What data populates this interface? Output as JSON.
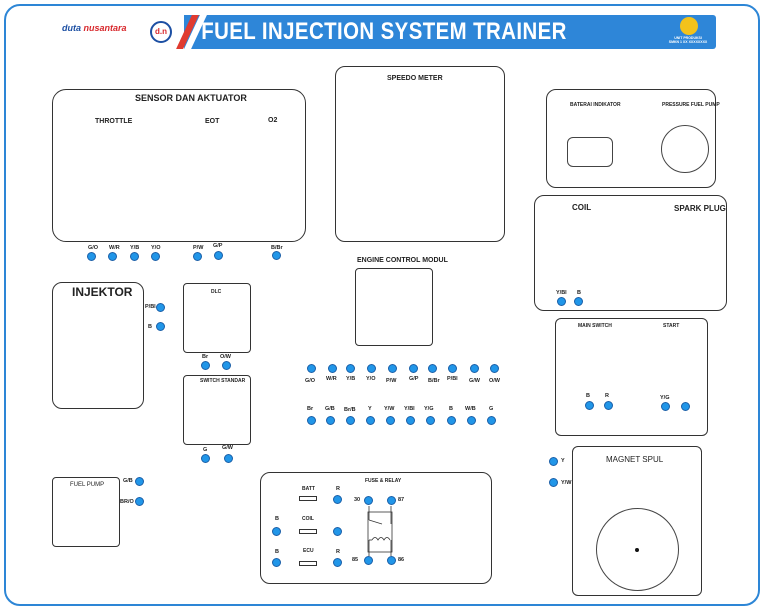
{
  "header": {
    "brand_main": "duta",
    "brand_accent": "nusantara",
    "brand_badge": "d.n",
    "title": "FUEL INJECTION SYSTEM TRAINER",
    "sub_line1": "UNIT PRODUKSI",
    "sub_line2": "SMKN 1 XX XXXXXXXX"
  },
  "colors": {
    "accent": "#2e86d8",
    "terminal": "#2196e8",
    "stripe": "#e03b30"
  },
  "sensor": {
    "title": "SENSOR DAN AKTUATOR",
    "throttle": "THROTTLE",
    "eot": "EOT",
    "o2": "O2",
    "pins": [
      "G/O",
      "W/R",
      "Y/B",
      "Y/O",
      "P/W",
      "G/P",
      "B/Br"
    ]
  },
  "speedo": {
    "title": "SPEEDO METER"
  },
  "battery": {
    "indicator": "BATERAI INDIKATOR",
    "pump": "PRESSURE FUEL PUMP"
  },
  "coil": {
    "coil": "COIL",
    "plug": "SPARK PLUG",
    "pins": [
      "Y/Bl",
      "B"
    ]
  },
  "injektor": {
    "title": "INJEKTOR",
    "pins": [
      "P/Bl",
      "B"
    ]
  },
  "dlc": {
    "title": "DLC",
    "pins": [
      "Br",
      "O/W"
    ]
  },
  "stander": {
    "title": "SWITCH STANDAR",
    "pins": [
      "G",
      "G/W"
    ]
  },
  "ecm": {
    "title": "ENGINE CONTROL MODUL",
    "row1": [
      "G/O",
      "W/R",
      "Y/B",
      "Y/O",
      "P/W",
      "G/P",
      "B/Br",
      "P/Bl",
      "G/W",
      "O/W"
    ],
    "row2": [
      "Br",
      "G/B",
      "Br/B",
      "Y",
      "Y/W",
      "Y/Bl",
      "Y/G",
      "B",
      "W/B",
      "G"
    ]
  },
  "switches": {
    "main": "MAIN SWITCH",
    "start": "START",
    "pins": [
      "B",
      "R",
      "Y/G"
    ]
  },
  "magnet": {
    "title": "MAGNET SPUL",
    "pins": [
      "Y",
      "Y/W"
    ]
  },
  "fuel_pump": {
    "title": "FUEL PUMP",
    "pins": [
      "G/B",
      "BR/O"
    ]
  },
  "fuse": {
    "title": "FUSE & RELAY",
    "batt": "BATT",
    "coil": "COIL",
    "ecu": "ECU",
    "r1": "R",
    "r2": "R",
    "b1": "B",
    "b2": "B",
    "relay": [
      "30",
      "87",
      "85",
      "86"
    ]
  }
}
